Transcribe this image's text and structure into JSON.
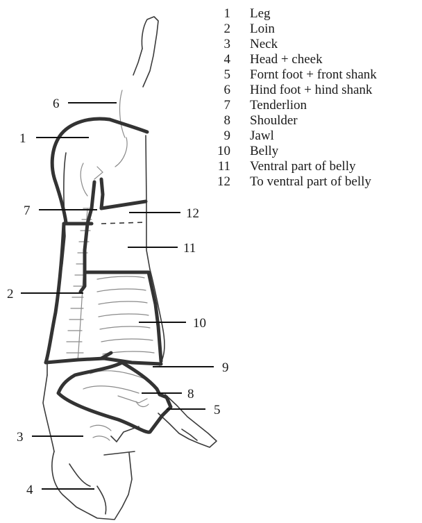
{
  "legend": [
    {
      "number": "1",
      "label": "Leg"
    },
    {
      "number": "2",
      "label": "Loin"
    },
    {
      "number": "3",
      "label": "Neck"
    },
    {
      "number": "4",
      "label": "Head + cheek"
    },
    {
      "number": "5",
      "label": "Fornt foot + front shank"
    },
    {
      "number": "6",
      "label": "Hind foot + hind shank"
    },
    {
      "number": "7",
      "label": "Tenderlion"
    },
    {
      "number": "8",
      "label": "Shoulder"
    },
    {
      "number": "9",
      "label": "Jawl"
    },
    {
      "number": "10",
      "label": "Belly"
    },
    {
      "number": "11",
      "label": "Ventral part of belly"
    },
    {
      "number": "12",
      "label": "To ventral part of belly"
    }
  ],
  "callouts": {
    "c1": "1",
    "c2": "2",
    "c3": "3",
    "c4": "4",
    "c5": "5",
    "c6": "6",
    "c7": "7",
    "c8": "8",
    "c9": "9",
    "c10": "10",
    "c11": "11",
    "c12": "12"
  }
}
